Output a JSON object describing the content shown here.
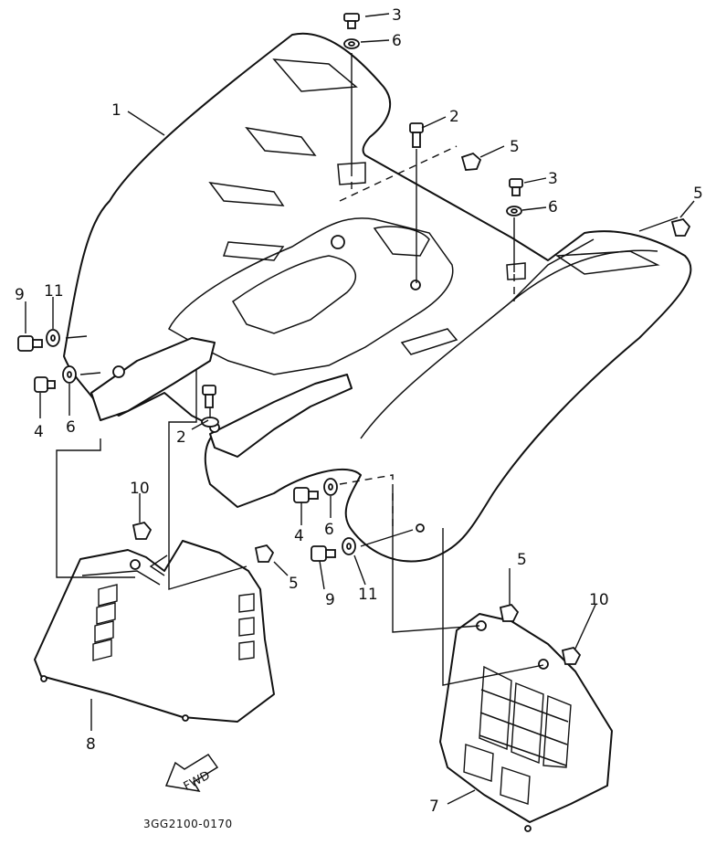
{
  "diagram": {
    "drawing_code": "3GG2100-0170",
    "fwd_arrow_label": "FWD",
    "callouts": [
      {
        "id": "c1",
        "text": "1"
      },
      {
        "id": "c2a",
        "text": "2"
      },
      {
        "id": "c2b",
        "text": "2"
      },
      {
        "id": "c3a",
        "text": "3"
      },
      {
        "id": "c3b",
        "text": "3"
      },
      {
        "id": "c4a",
        "text": "4"
      },
      {
        "id": "c4b",
        "text": "4"
      },
      {
        "id": "c5a",
        "text": "5"
      },
      {
        "id": "c5b",
        "text": "5"
      },
      {
        "id": "c5c",
        "text": "5"
      },
      {
        "id": "c5d",
        "text": "5"
      },
      {
        "id": "c6a",
        "text": "6"
      },
      {
        "id": "c6b",
        "text": "6"
      },
      {
        "id": "c6c",
        "text": "6"
      },
      {
        "id": "c6d",
        "text": "6"
      },
      {
        "id": "c7",
        "text": "7"
      },
      {
        "id": "c8",
        "text": "8"
      },
      {
        "id": "c9a",
        "text": "9"
      },
      {
        "id": "c9b",
        "text": "9"
      },
      {
        "id": "c10a",
        "text": "10"
      },
      {
        "id": "c10b",
        "text": "10"
      },
      {
        "id": "c11a",
        "text": "11"
      },
      {
        "id": "c11b",
        "text": "11"
      }
    ]
  }
}
